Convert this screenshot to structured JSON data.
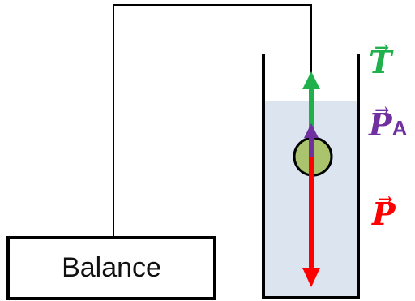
{
  "balance": {
    "label": "Balance"
  },
  "forces": {
    "tension": {
      "symbol": "T",
      "subscript": "",
      "color": "#21b14c"
    },
    "buoyancy": {
      "symbol": "P",
      "subscript": "A",
      "color": "#7030a0"
    },
    "weight": {
      "symbol": "P",
      "subscript": "",
      "color": "#ff0000"
    }
  },
  "vector_arrow_glyph": "→",
  "colors": {
    "water": "#dce4f0",
    "sphere": "#a9c46c",
    "outline": "#000000"
  }
}
